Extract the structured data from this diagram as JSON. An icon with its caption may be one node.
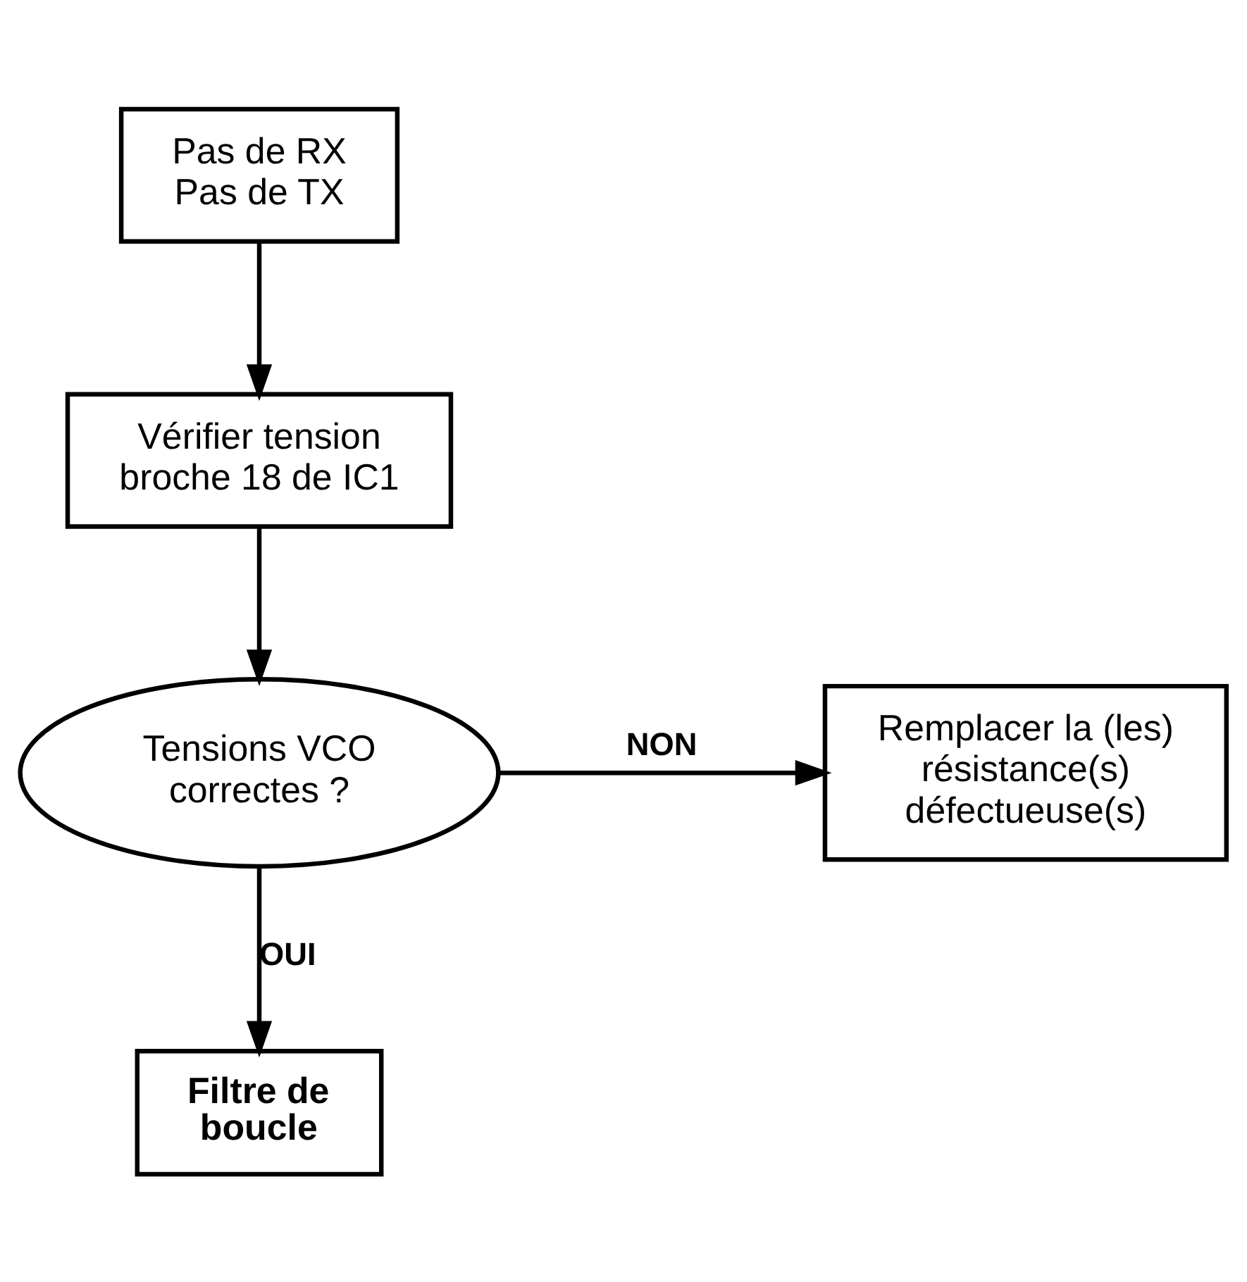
{
  "diagram": {
    "nodes": [
      {
        "text": [
          "Pas de RX",
          "Pas de TX"
        ]
      },
      {
        "text": [
          "Vérifier tension broche 18 de IC1"
        ]
      },
      {
        "text": [
          "Tensions VCO correctes ?"
        ]
      },
      {
        "text": [
          "Remplacer la (les) résistance(s) défectueuse(s)"
        ]
      },
      {
        "text": [
          "Filtre de boucle"
        ]
      }
    ],
    "edges": [
      {
        "from": 0,
        "to": 1,
        "arrow": "to"
      },
      {
        "from": 1,
        "to": 2,
        "arrow": "to"
      },
      {
        "from": 2,
        "to": 3,
        "arrow": "to",
        "label": "NON"
      },
      {
        "from": 2,
        "to": 4,
        "arrow": "to",
        "label": "OUI"
      }
    ]
  }
}
